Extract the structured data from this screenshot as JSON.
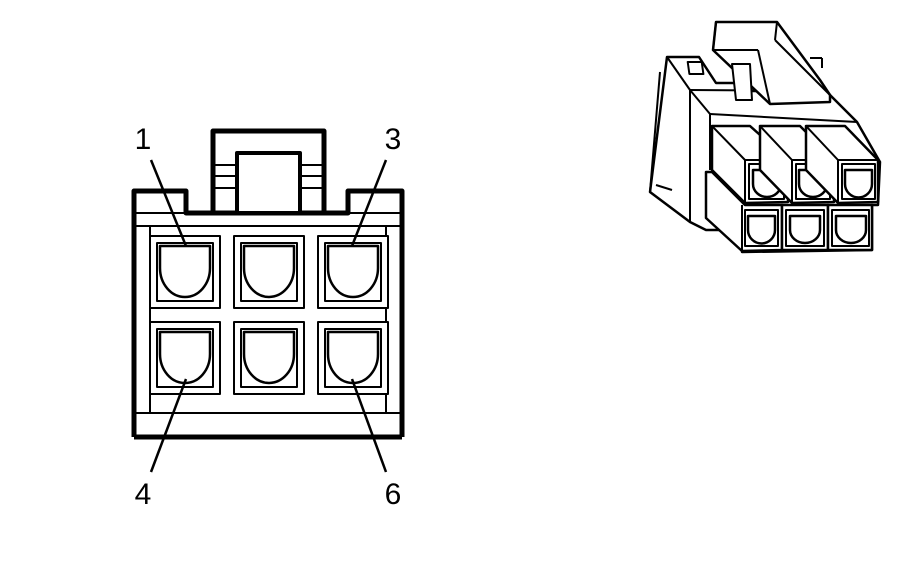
{
  "colors": {
    "line": "#000000",
    "fill": "#ffffff",
    "shade": "#e6e6e6"
  },
  "front_view": {
    "pin_labels": {
      "pin_1": "1",
      "pin_3": "3",
      "pin_4": "4",
      "pin_6": "6"
    }
  },
  "isometric_view": {
    "cavity_rows": 2,
    "cavity_columns": 3
  }
}
